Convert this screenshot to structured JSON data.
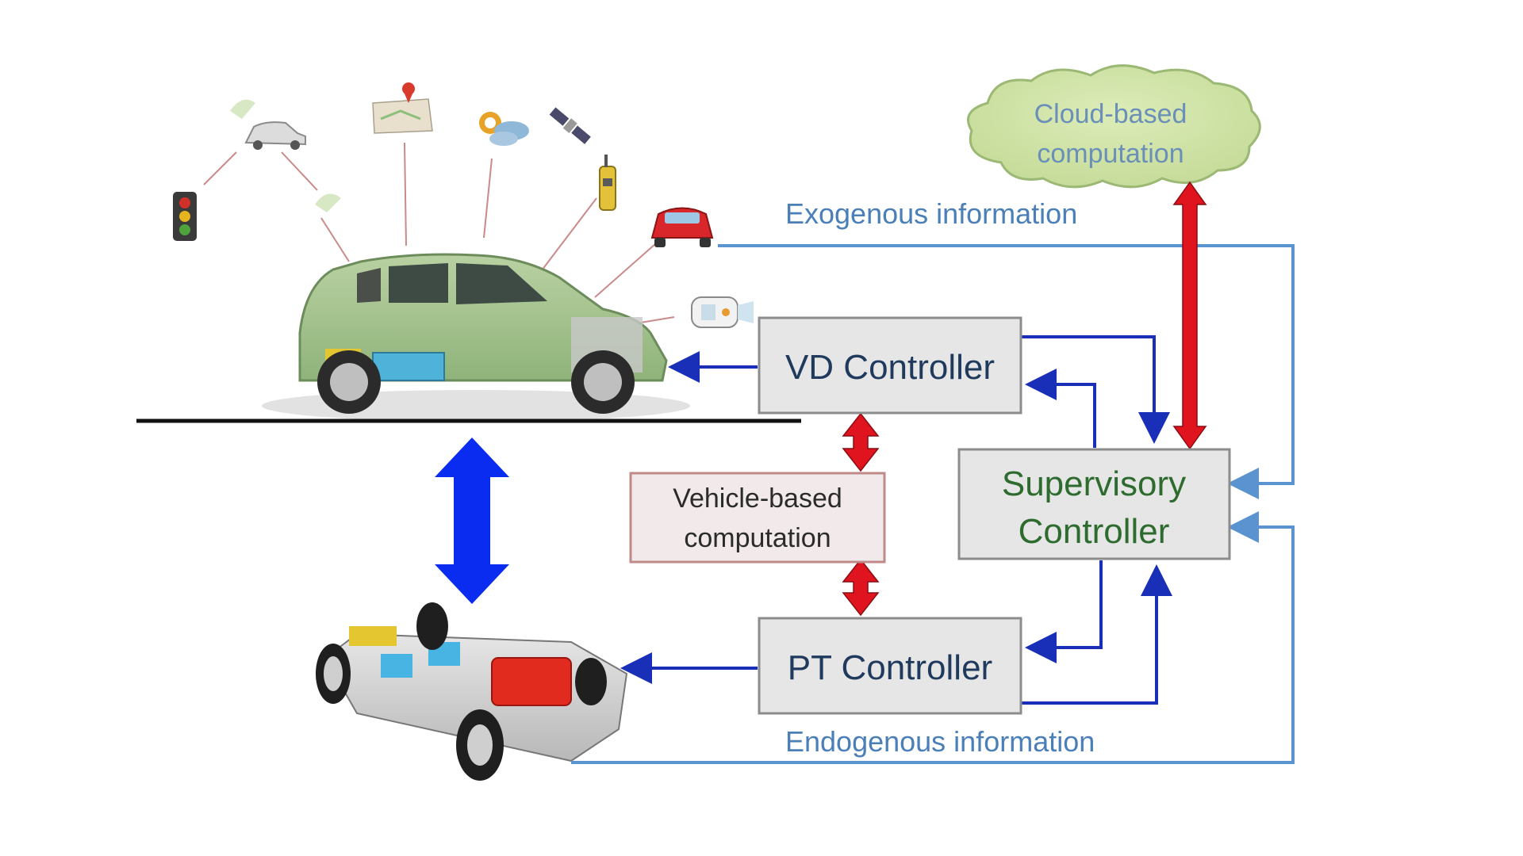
{
  "diagram": {
    "cloud": {
      "line1": "Cloud-based",
      "line2": "computation"
    },
    "exogenous_label": "Exogenous information",
    "endogenous_label": "Endogenous information",
    "vd_controller": "VD Controller",
    "pt_controller": "PT Controller",
    "supervisory": {
      "line1": "Supervisory",
      "line2": "Controller"
    },
    "vehicle_based": {
      "line1": "Vehicle-based",
      "line2": "computation"
    },
    "colors": {
      "controller_fill": "#e6e6e6",
      "controller_stroke": "#8c8c8c",
      "controller_text": "#1f3a5c",
      "supervisory_text": "#2e6b2f",
      "vehicle_text": "#2b2b2b",
      "vehicle_stroke": "#c08a8a",
      "cloud_fill": "#cfe3a4",
      "cloud_text": "#6a8fb8",
      "info_text": "#4a7fb8",
      "light_blue_line": "#5b92d0",
      "dark_blue_line": "#1a2fb8",
      "red_arrow": "#e0141e",
      "big_blue_arrow": "#0a2bf0"
    },
    "icons": [
      "traffic-light-icon",
      "connected-car-icon",
      "map-pin-icon",
      "weather-icon",
      "satellite-icon",
      "walkie-talkie-icon",
      "red-car-icon",
      "sensor-icon"
    ]
  }
}
